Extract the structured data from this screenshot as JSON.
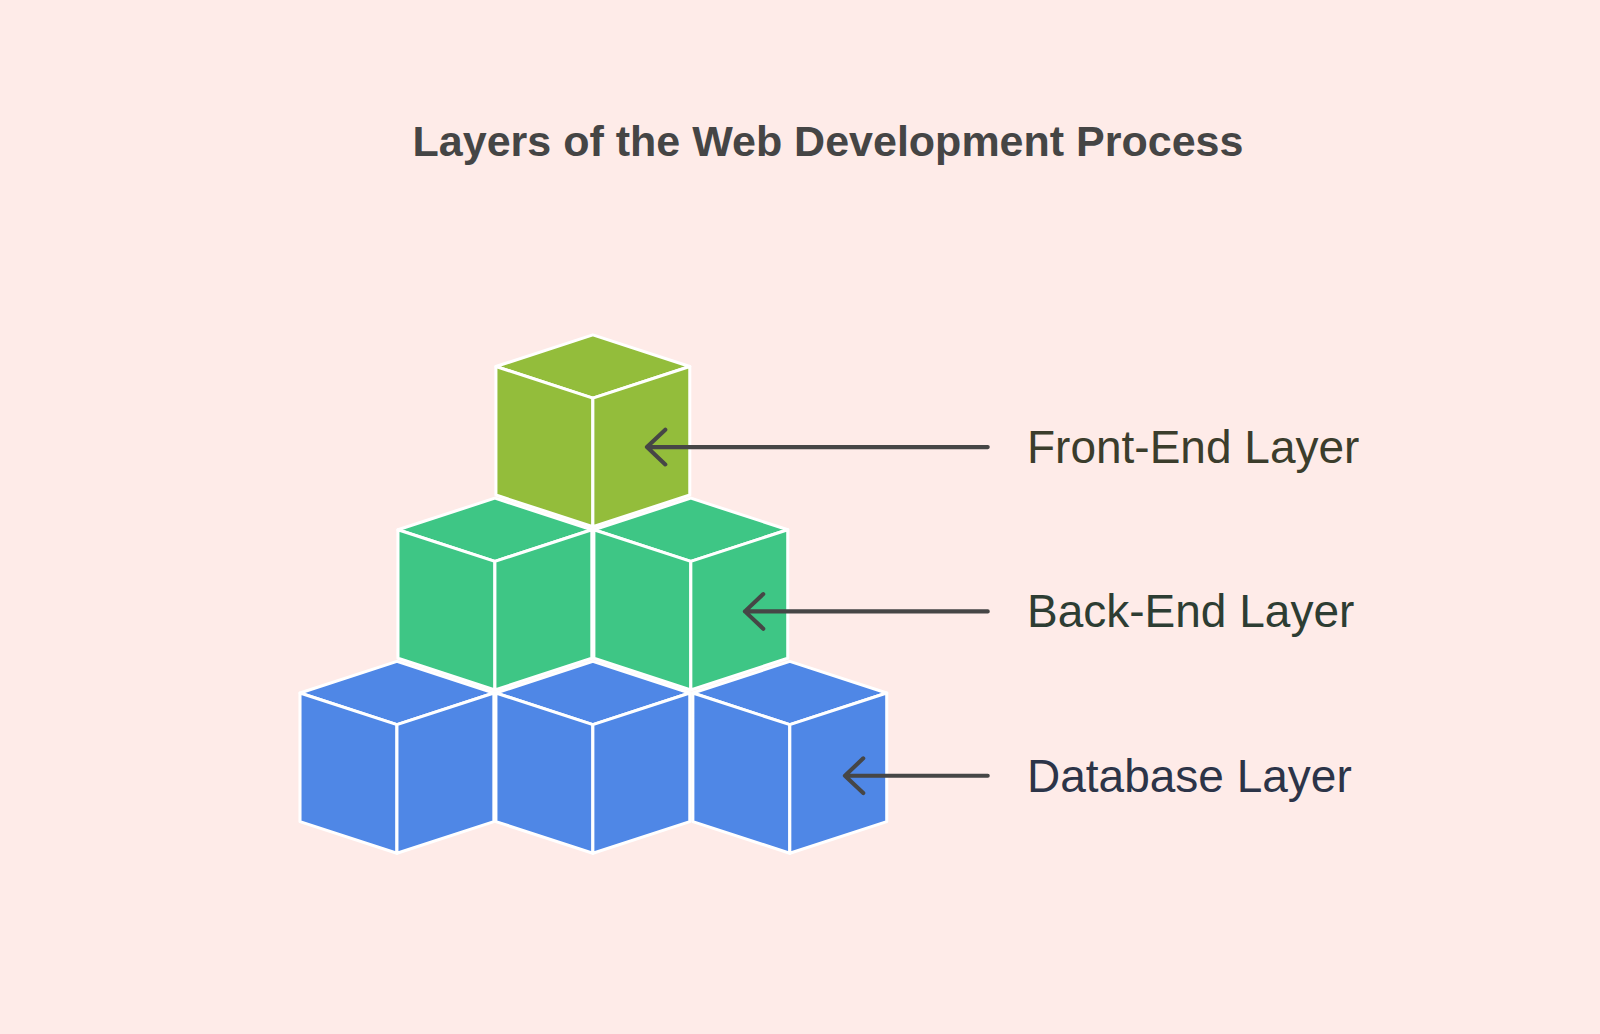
{
  "diagram": {
    "title": "Layers of the Web Development Process",
    "labels": [
      "Front-End Layer",
      "Back-End Layer",
      "Database Layer"
    ]
  }
}
